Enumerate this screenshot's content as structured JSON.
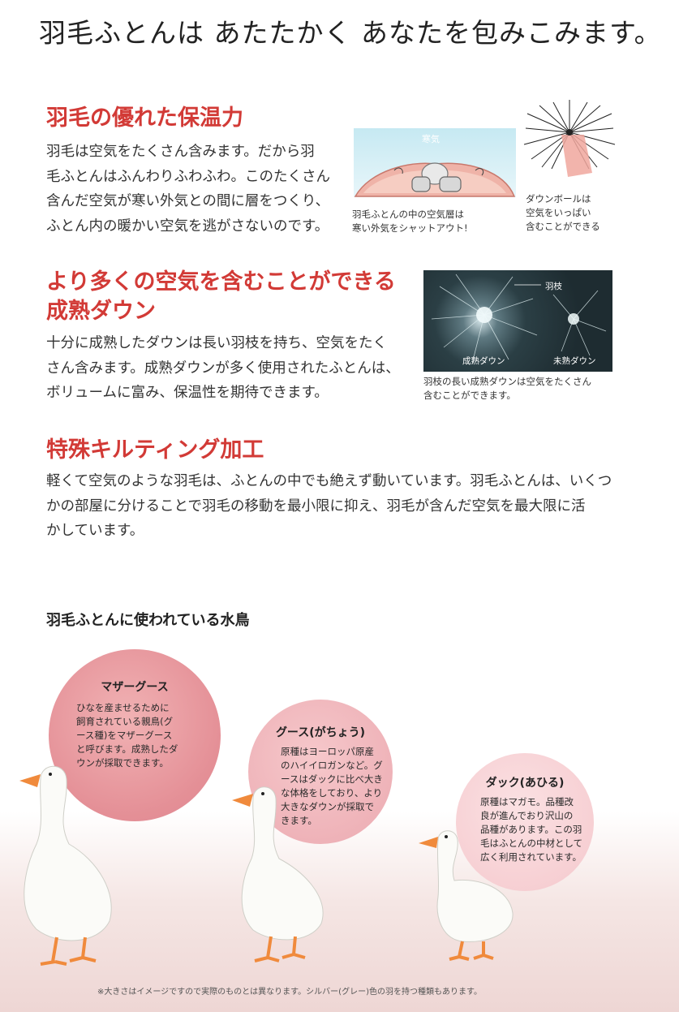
{
  "headline": "羽毛ふとんは あたたかく あなたを包みこみます。",
  "section1": {
    "title": "羽毛の優れた保温力",
    "lines": [
      "羽毛は空気をたくさん含みます。だから羽",
      "毛ふとんはふんわりふわふわ。このたくさん",
      "含んだ空気が寒い外気との間に層をつくり、",
      "ふとん内の暖かい空気を逃がさないのです。"
    ],
    "illustration_air_label": "寒気",
    "caption_futon": [
      "羽毛ふとんの中の空気層は",
      "寒い外気をシャットアウト!"
    ],
    "caption_downball": [
      "ダウンボールは",
      "空気をいっぱい",
      "含むことができる"
    ]
  },
  "section2": {
    "title_line1": "より多くの空気を含むことができる",
    "title_line2": "成熟ダウン",
    "lines": [
      "十分に成熟したダウンは長い羽枝を持ち、空気をたく",
      "さん含みます。成熟ダウンが多く使用されたふとんは、",
      "ボリュームに富み、保温性を期待できます。"
    ],
    "photo_label_branch": "羽枝",
    "photo_label_mature": "成熟ダウン",
    "photo_label_immature": "未熟ダウン",
    "caption": [
      "羽枝の長い成熟ダウンは空気をたくさん",
      "含むことができます。"
    ]
  },
  "section3": {
    "title": "特殊キルティング加工",
    "lines": [
      "軽くて空気のような羽毛は、ふとんの中でも絶えず動いています。羽毛ふとんは、いくつ",
      "かの部屋に分けることで羽毛の移動を最小限に抑え、羽毛が含んだ空気を最大限に活",
      "かしています。"
    ]
  },
  "birds_section": {
    "title": "羽毛ふとんに使われている水鳥",
    "birds": [
      {
        "name": "マザーグース",
        "lines": [
          "ひなを産ませるために",
          "飼育されている親鳥(グ",
          "ース種)をマザーグース",
          "と呼びます。成熟したダ",
          "ウンが採取できます。"
        ]
      },
      {
        "name": "グース(がちょう)",
        "lines": [
          "原種はヨーロッパ原産",
          "のハイイロガンなど。グ",
          "ースはダックに比べ大き",
          "な体格をしており、より",
          "大きなダウンが採取で",
          "きます。"
        ]
      },
      {
        "name": "ダック(あひる)",
        "lines": [
          "原種はマガモ。品種改",
          "良が進んでおり沢山の",
          "品種があります。この羽",
          "毛はふとんの中材として",
          "広く利用されています。"
        ]
      }
    ],
    "footnote": "※大きさはイメージですので実際のものとは異なります。シルバー(グレー)色の羽を持つ種類もあります。"
  },
  "colors": {
    "accent_red": "#d23a36",
    "circle_1": "#e48f96",
    "circle_2": "#eeb1b7",
    "circle_3": "#f6cdd1",
    "sky_blue": "#c6e9f2"
  }
}
